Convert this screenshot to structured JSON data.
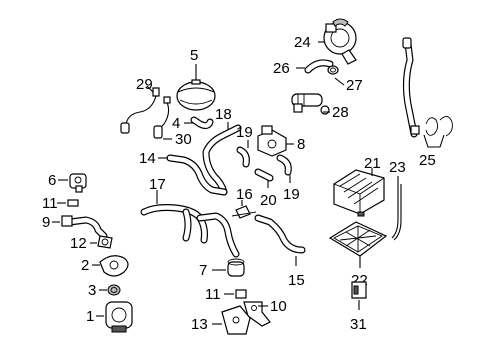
{
  "callouts": {
    "c1": "1",
    "c2": "2",
    "c3": "3",
    "c4": "4",
    "c5": "5",
    "c6": "6",
    "c7": "7",
    "c8": "8",
    "c9": "9",
    "c10": "10",
    "c11a": "11",
    "c11b": "11",
    "c12": "12",
    "c13": "13",
    "c14": "14",
    "c15": "15",
    "c16": "16",
    "c17": "17",
    "c18": "18",
    "c19a": "19",
    "c19b": "19",
    "c20": "20",
    "c21": "21",
    "c22": "22",
    "c23": "23",
    "c24": "24",
    "c25": "25",
    "c26": "26",
    "c27": "27",
    "c28": "28",
    "c29": "29",
    "c30": "30",
    "c31": "31"
  }
}
